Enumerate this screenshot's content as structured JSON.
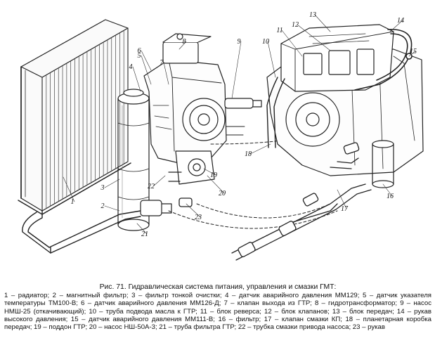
{
  "figure": {
    "callouts": [
      "1",
      "2",
      "3",
      "4",
      "5",
      "6",
      "7",
      "8",
      "9",
      "10",
      "11",
      "12",
      "13",
      "14",
      "15",
      "16",
      "17",
      "18",
      "19",
      "20",
      "21",
      "22",
      "23"
    ]
  },
  "caption": {
    "title": "Рис. 71. Гидравлическая система питания, управления и смазки ГМТ:",
    "items": "1 – радиатор; 2 – магнитный фильтр; 3 – фильтр тонкой очистки; 4 – датчик аварийного давления ММ129; 5 – датчик указателя температуры ТМ100-В; 6 – датчик аварийного давления ММ126-Д; 7 – клапан выхода из ГТР; 8 – гидротрансформатор; 9 – насос НМШ-25 (откачивающий); 10 – труба подвода масла к ГТР; 11 – блок реверса; 12 – блок клапанов; 13 – блок передач; 14 – рукав высокого давления; 15 – датчик аварийного давления ММ111-В; 16 – фильтр; 17 – клапан смазки КП; 18 – планетарная коробка передач; 19 – поддон ГТР; 20 – насос НШ-50А-3; 21 – труба фильтра ГТР; 22 – трубка смазки привода насоса; 23 – рукав"
  }
}
